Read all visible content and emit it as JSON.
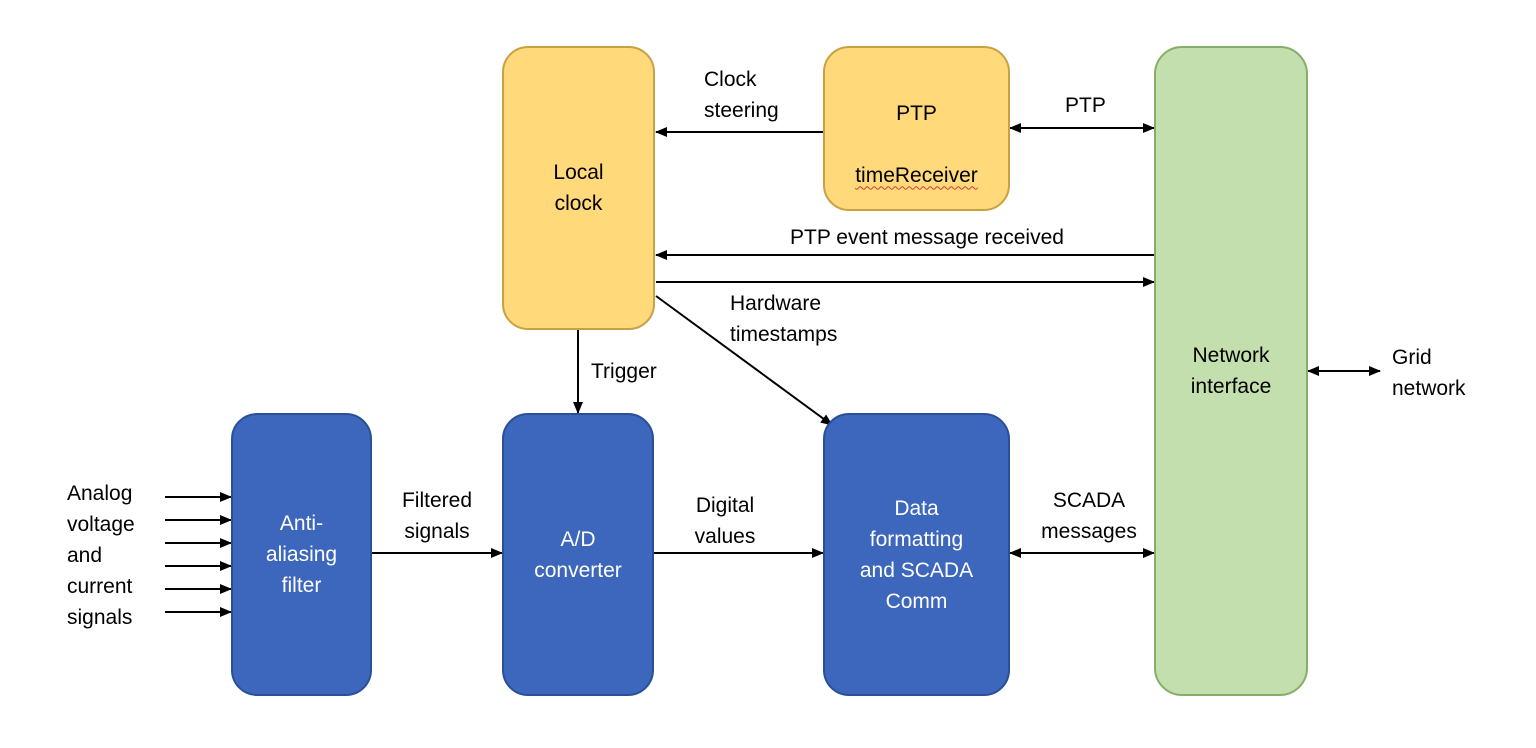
{
  "boxes": {
    "local_clock": "Local\nclock",
    "ptp_line1": "PTP",
    "ptp_line2": "timeReceiver",
    "network_interface": "Network\ninterface",
    "anti_aliasing": "Anti-\naliasing\nfilter",
    "ad_converter": "A/D\nconverter",
    "data_formatting": "Data\nformatting\nand SCADA\nComm"
  },
  "labels": {
    "clock_steering": "Clock\nsteering",
    "ptp": "PTP",
    "ptp_event": "PTP event message received",
    "hardware_timestamps": "Hardware\ntimestamps",
    "trigger": "Trigger",
    "analog_signals": "Analog\nvoltage\nand\ncurrent\nsignals",
    "filtered_signals": "Filtered\nsignals",
    "digital_values": "Digital\nvalues",
    "scada_messages": "SCADA\nmessages",
    "grid_network": "Grid\nnetwork"
  },
  "colors": {
    "yellow_fill": "#ffd97a",
    "blue_fill": "#3d66bd",
    "green_fill": "#c3dfad",
    "arrow": "#000000"
  }
}
